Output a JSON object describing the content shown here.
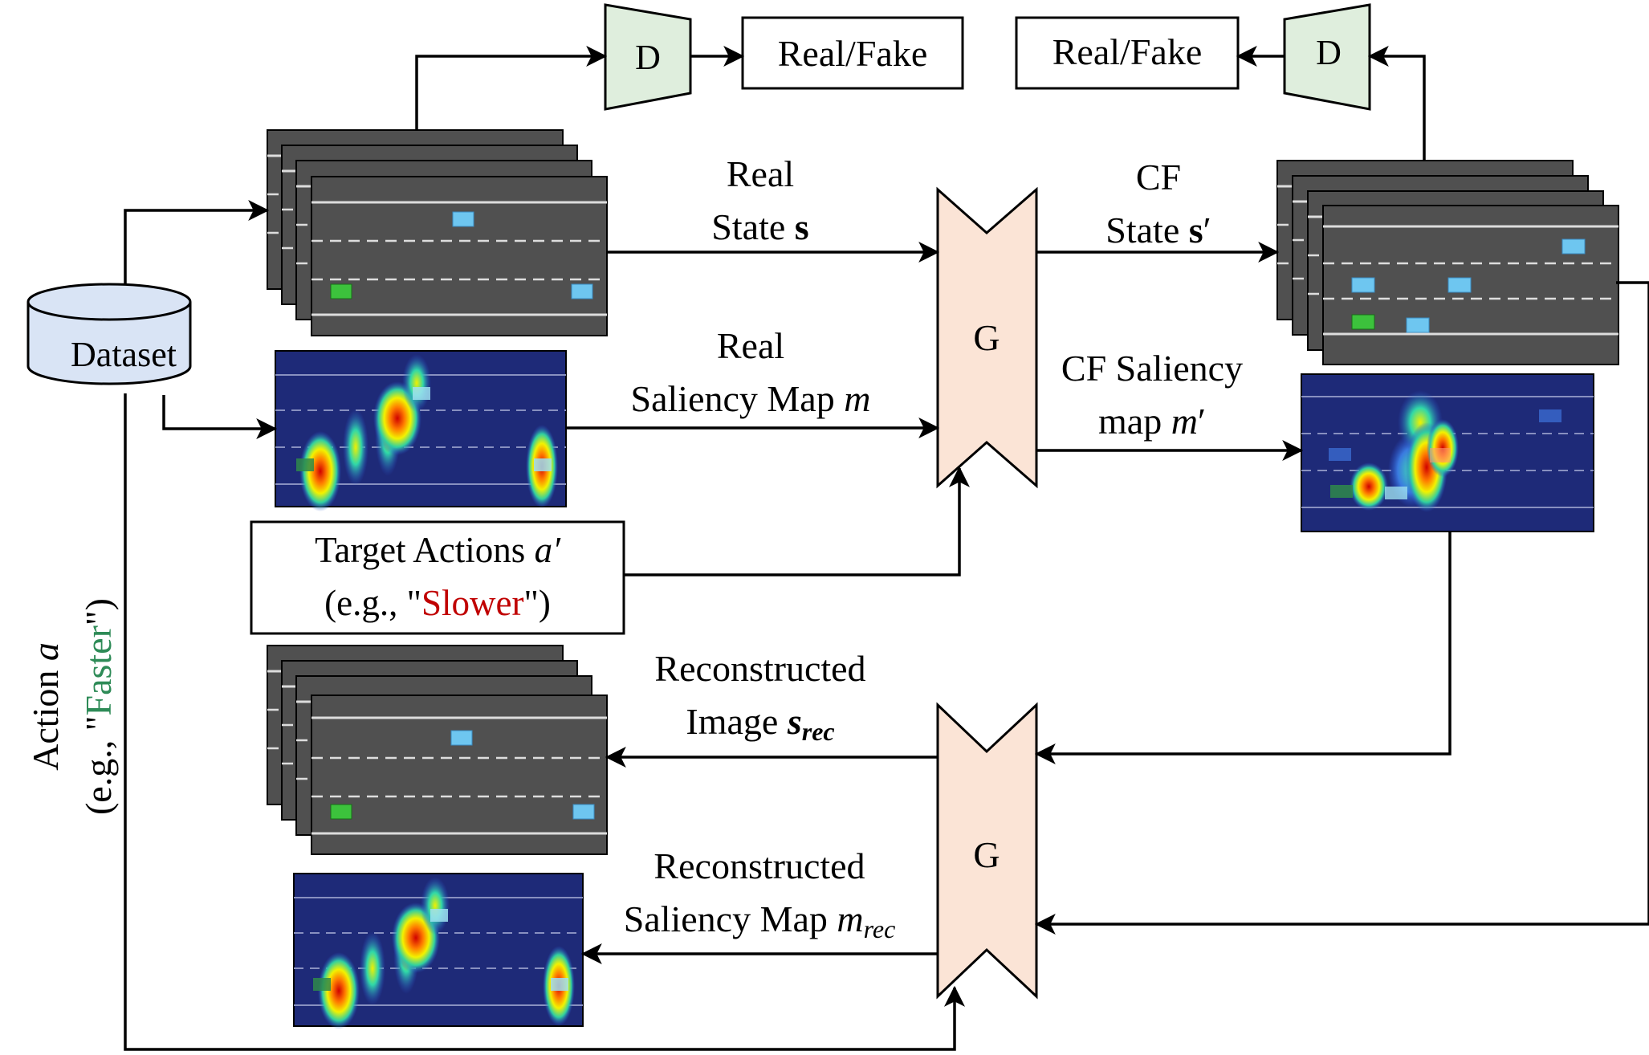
{
  "dataset": "Dataset",
  "discriminator": "D",
  "generator": "G",
  "real_fake": "Real/Fake",
  "real_state": {
    "line1": "Real",
    "line2": "State ",
    "sym": "s"
  },
  "real_saliency": {
    "line1": "Real",
    "line2": "Saliency Map  ",
    "sym": "m"
  },
  "cf_state": {
    "line1": "CF",
    "line2": "State ",
    "sym": "s",
    "prime": "′"
  },
  "cf_saliency": {
    "line1": "CF Saliency",
    "line2": "map ",
    "sym": "m",
    "prime": "′"
  },
  "target_actions": {
    "line1": "Target Actions  ",
    "sym": "a′",
    "pre": "(e.g., \"",
    "word": "Slower",
    "post": "\")"
  },
  "recon_image": {
    "line1": "Reconstructed",
    "line2": "Image ",
    "sym": "s",
    "sub": "rec"
  },
  "recon_saliency": {
    "line1": "Reconstructed",
    "line2": "Saliency Map ",
    "sym": "m",
    "sub": "rec"
  },
  "action": {
    "line1": "Action  ",
    "sym": "a",
    "pre": "(e.g., \"",
    "word": "Faster",
    "post": "\")"
  },
  "colors": {
    "road": "#505050",
    "discriminator_fill": "#dfeedd",
    "generator_fill": "#fbe4d6",
    "dataset_fill": "#d9e4f5",
    "heatmap_bg": "#1e2a78",
    "slower": "#c00000",
    "faster": "#2e8b57"
  }
}
